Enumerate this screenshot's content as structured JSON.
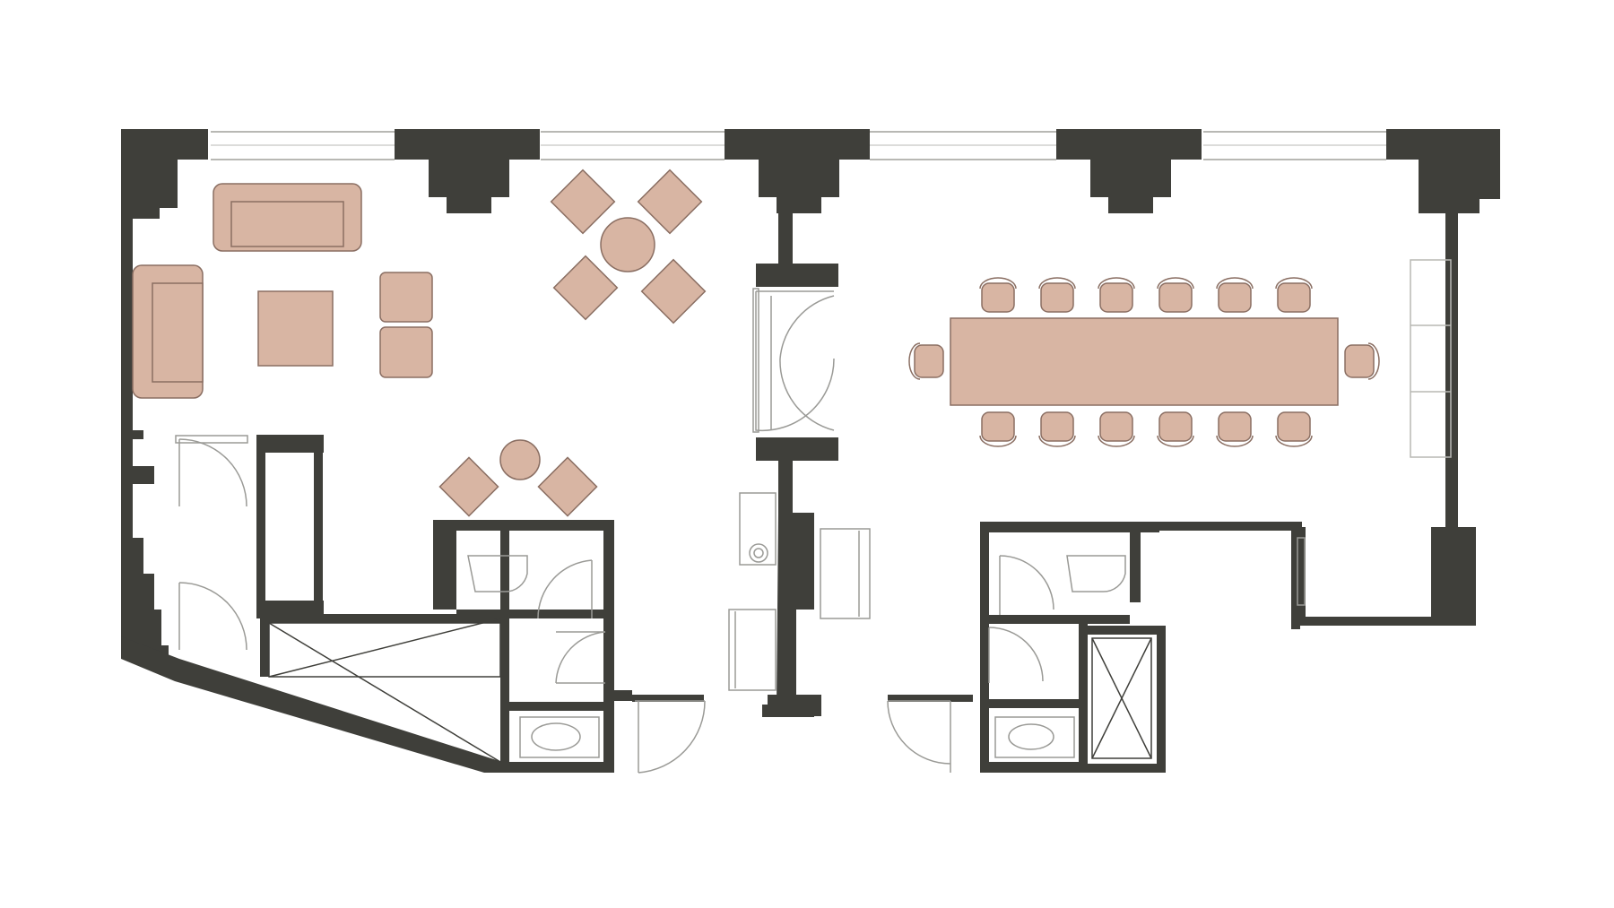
{
  "plan": {
    "type": "floor-plan",
    "labels": [],
    "colors": {
      "wall": "#3f3f3a",
      "furniture": "#d8b5a3",
      "furniture_stroke": "#8a6e62",
      "line": "#9a9a96",
      "window": "#b8b8b4",
      "background": "#ffffff"
    },
    "rooms": [
      "lounge",
      "conference-room",
      "restroom-left-1",
      "restroom-left-2",
      "restroom-right-1",
      "restroom-right-2",
      "elevator-left",
      "elevator-right",
      "closet",
      "corridor"
    ],
    "furniture_counts": {
      "conference_chairs": 14,
      "lounge_armchairs": 7,
      "sofas": 2,
      "round_tables": 2
    },
    "icons": [
      "sofa-icon",
      "armchair-icon",
      "round-table-icon",
      "coffee-table-icon",
      "conference-table-icon",
      "chair-icon",
      "door-icon",
      "toilet-icon",
      "sink-icon",
      "elevator-icon",
      "window-icon",
      "column-icon"
    ]
  }
}
